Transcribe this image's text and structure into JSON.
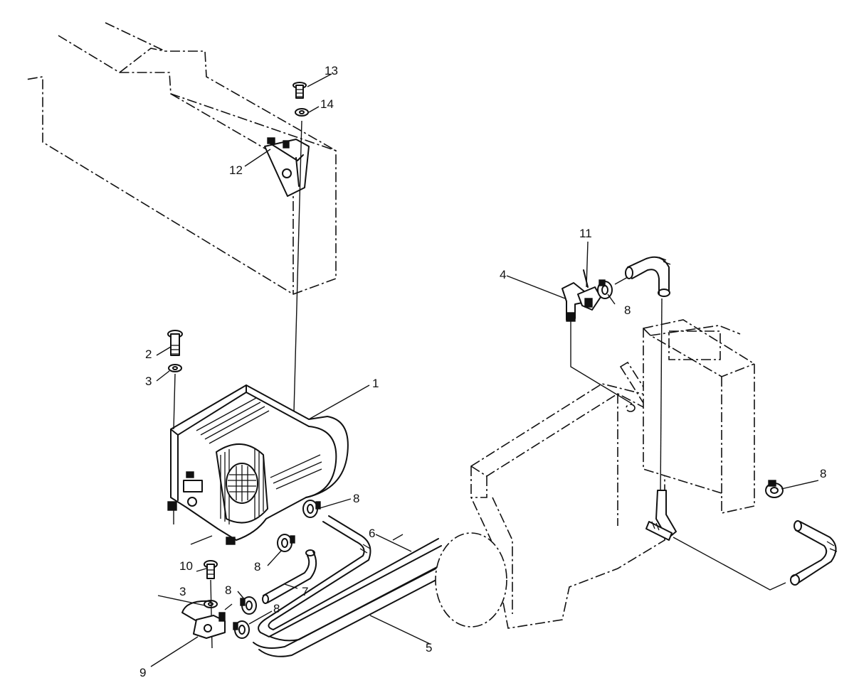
{
  "diagram": {
    "callouts": [
      {
        "id": "c1",
        "label": "1"
      },
      {
        "id": "c2",
        "label": "2"
      },
      {
        "id": "c3a",
        "label": "3"
      },
      {
        "id": "c3b",
        "label": "3"
      },
      {
        "id": "c4",
        "label": "4"
      },
      {
        "id": "c5",
        "label": "5"
      },
      {
        "id": "c6",
        "label": "6"
      },
      {
        "id": "c7",
        "label": "7"
      },
      {
        "id": "c8a",
        "label": "8"
      },
      {
        "id": "c8b",
        "label": "8"
      },
      {
        "id": "c8c",
        "label": "8"
      },
      {
        "id": "c8d",
        "label": "8"
      },
      {
        "id": "c8e",
        "label": "8"
      },
      {
        "id": "c8f",
        "label": "8"
      },
      {
        "id": "c9",
        "label": "9"
      },
      {
        "id": "c10",
        "label": "10"
      },
      {
        "id": "c11",
        "label": "11"
      },
      {
        "id": "c12",
        "label": "12"
      },
      {
        "id": "c13",
        "label": "13"
      },
      {
        "id": "c14",
        "label": "14"
      }
    ]
  }
}
